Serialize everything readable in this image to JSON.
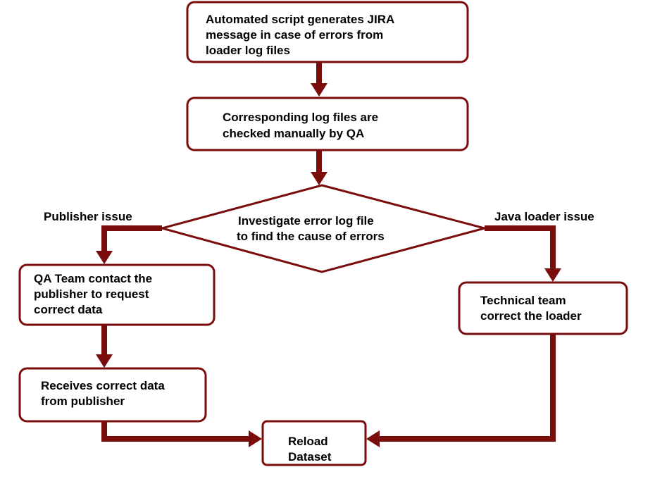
{
  "colors": {
    "box_border": "#7a0c0c",
    "arrow": "#7a0c0c",
    "text": "#000000",
    "background": "#ffffff"
  },
  "nodes": {
    "jira_script": {
      "line1": "Automated script generates JIRA",
      "line2": "message in case of errors from",
      "line3": "loader log files"
    },
    "manual_check": {
      "line1": "Corresponding log files are",
      "line2": "checked manually by QA"
    },
    "investigate": {
      "line1": "Investigate error log file",
      "line2": "to find the cause of errors"
    },
    "qa_contact": {
      "line1": "QA Team contact the",
      "line2": "publisher to request",
      "line3": "correct data"
    },
    "receive_data": {
      "line1": "Receives correct data",
      "line2": "from publisher"
    },
    "tech_team": {
      "line1": "Technical team",
      "line2": "correct the loader"
    },
    "reload": {
      "line1": "Reload",
      "line2": "Dataset"
    }
  },
  "edge_labels": {
    "publisher_issue": "Publisher issue",
    "java_loader_issue": "Java loader issue"
  }
}
